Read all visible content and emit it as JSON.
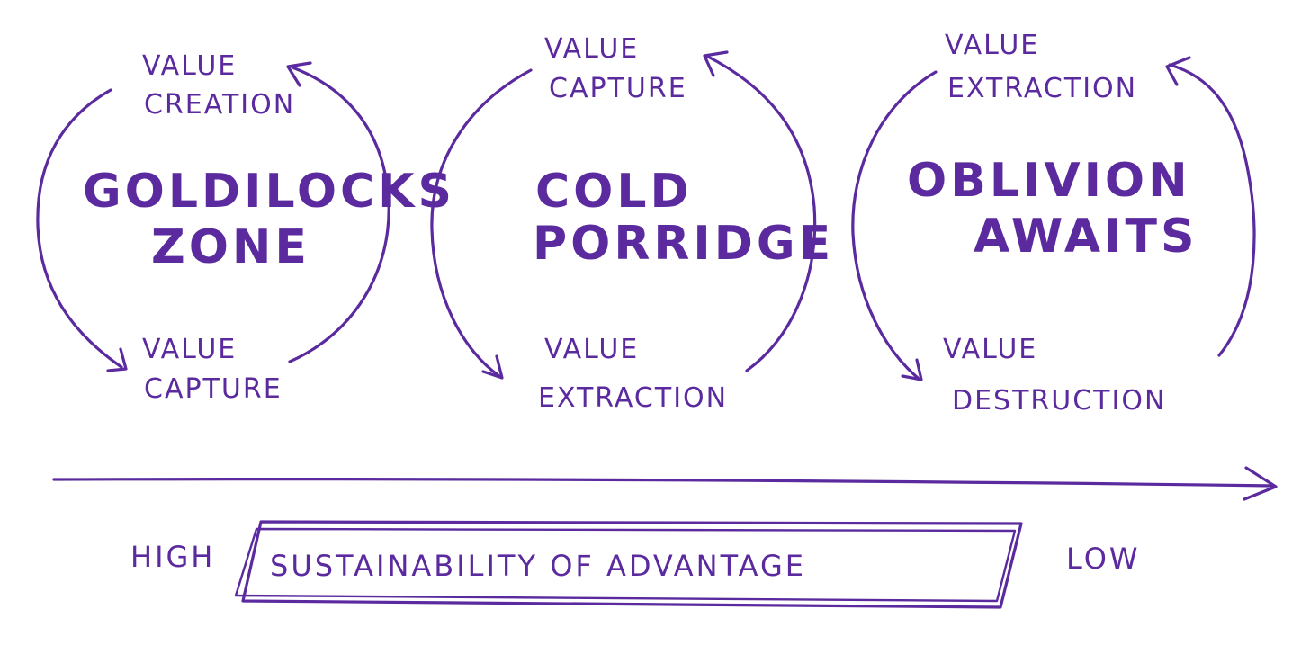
{
  "colors": {
    "ink": "#5a2a9e",
    "background": "#ffffff"
  },
  "cycles": [
    {
      "title_line1": "GOLDILOCKS",
      "title_line2": "ZONE",
      "top_line1": "VALUE",
      "top_line2": "CREATION",
      "bottom_line1": "VALUE",
      "bottom_line2": "CAPTURE"
    },
    {
      "title_line1": "COLD",
      "title_line2": "PORRIDGE",
      "top_line1": "VALUE",
      "top_line2": "CAPTURE",
      "bottom_line1": "VALUE",
      "bottom_line2": "EXTRACTION"
    },
    {
      "title_line1": "OBLIVION",
      "title_line2": "AWAITS",
      "top_line1": "VALUE",
      "top_line2": "EXTRACTION",
      "bottom_line1": "VALUE",
      "bottom_line2": "DESTRUCTION"
    }
  ],
  "axis": {
    "left": "HIGH",
    "label": "SUSTAINABILITY OF ADVANTAGE",
    "right": "LOW"
  }
}
